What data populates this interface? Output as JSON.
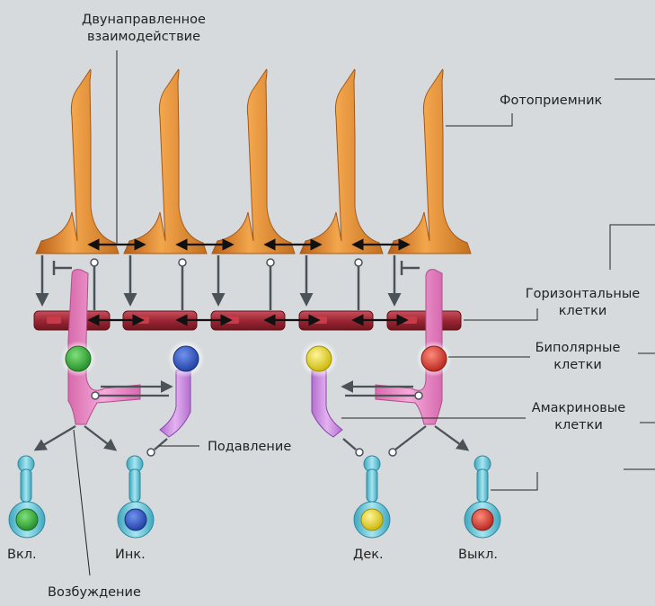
{
  "labels": {
    "bidirectional_line1": "Двунаправленное",
    "bidirectional_line2": "взаимодействие",
    "photoreceptor": "Фотоприемник",
    "horizontal_line1": "Горизонтальные",
    "horizontal_line2": "клетки",
    "bipolar_line1": "Биполярные",
    "bipolar_line2": "клетки",
    "amacrine_line1": "Амакриновые",
    "amacrine_line2": "клетки",
    "inhibition": "Подавление",
    "excitation": "Возбуждение",
    "ganglion_on": "Вкл.",
    "ganglion_inc": "Инк.",
    "ganglion_dec": "Дек.",
    "ganglion_off": "Выкл."
  },
  "colors": {
    "background": "#d6dadd",
    "photoreceptor": "#e8953a",
    "horizontal": "#a1323f",
    "bipolar": "#ee8fc8",
    "ganglion": "#7fd0de",
    "nucleus_green": "#2fae34",
    "nucleus_blue": "#2d54c0",
    "nucleus_yellow": "#f2e21e",
    "nucleus_red": "#e0362c",
    "arrow": "#4b5359"
  }
}
